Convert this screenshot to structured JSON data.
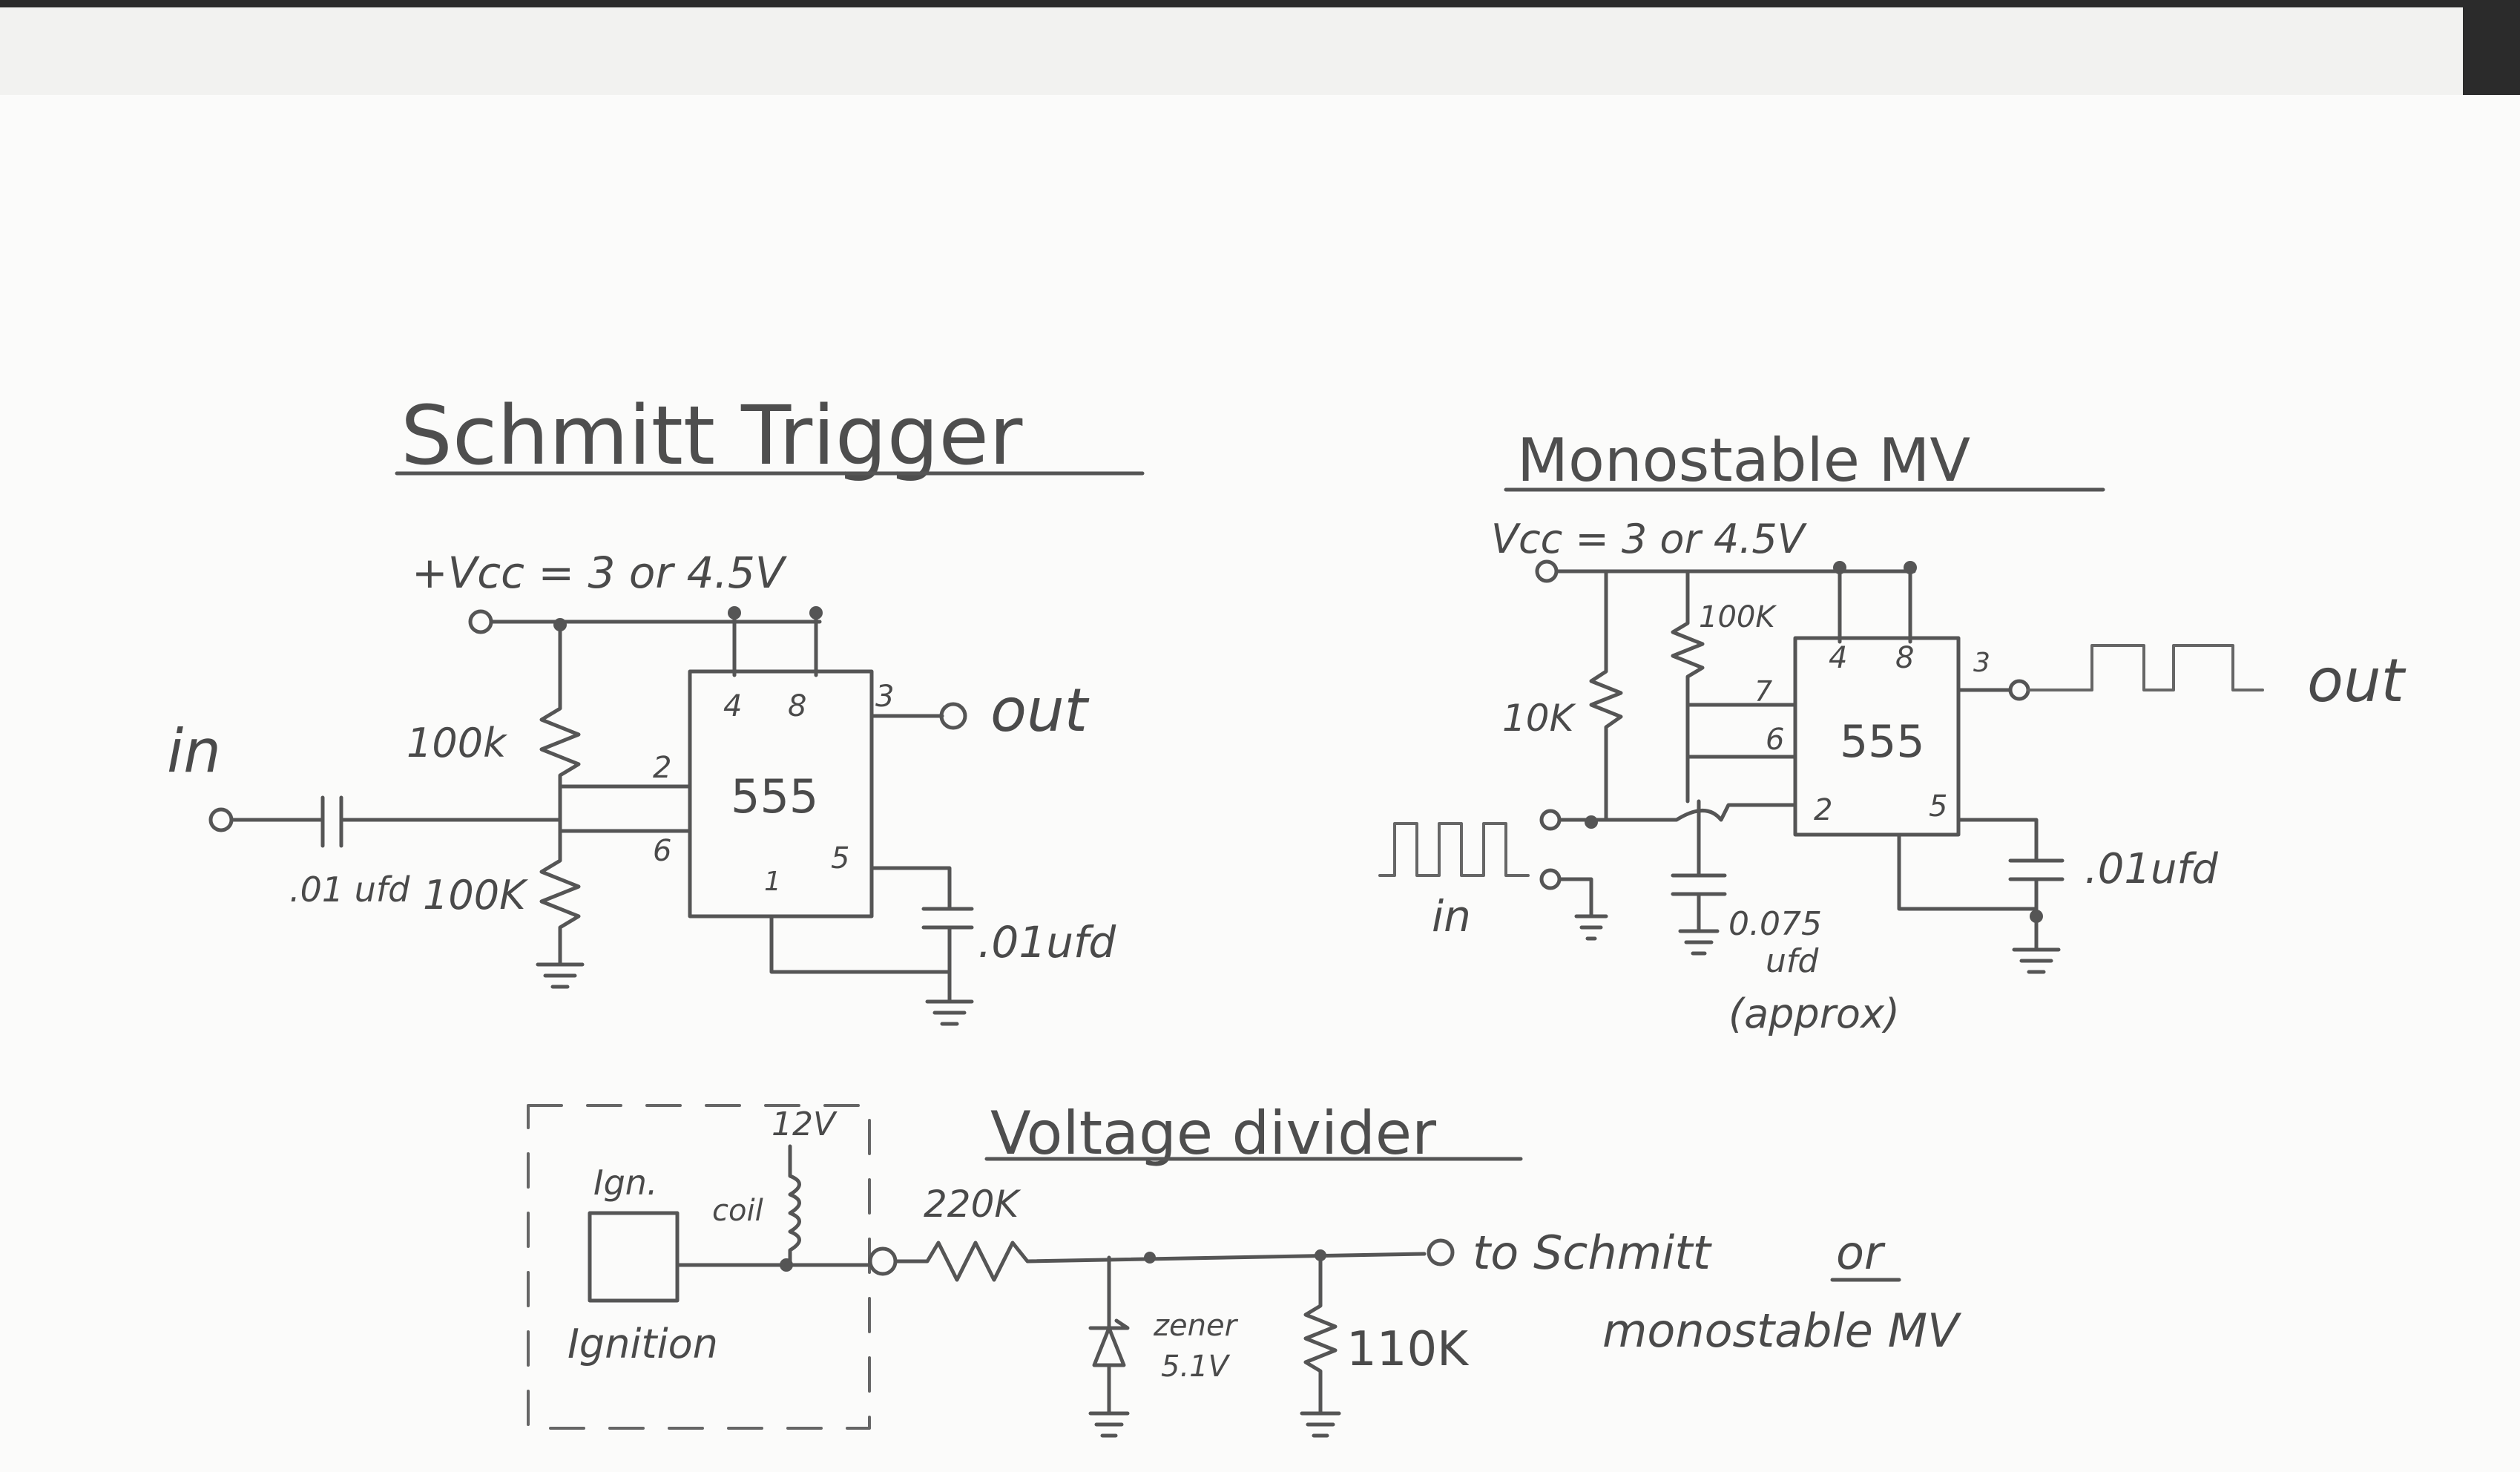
{
  "schmitt": {
    "title": "Schmitt Trigger",
    "vcc": "+Vcc = 3 or 4.5V",
    "in": "in",
    "out": "out",
    "r1": "100k",
    "r2": "100K",
    "cap_in": ".01 ufd",
    "cap5": ".01ufd",
    "chip": "555",
    "pins": {
      "p4": "4",
      "p8": "8",
      "p3": "3",
      "p2": "2",
      "p6": "6",
      "p1": "1",
      "p5": "5"
    }
  },
  "monostable": {
    "title": "Monostable MV",
    "vcc": "Vcc = 3 or 4.5V",
    "r_top": "100K",
    "r_side": "10K",
    "chip": "555",
    "pins": {
      "p4": "4",
      "p8": "8",
      "p3": "3",
      "p7": "7",
      "p6": "6",
      "p2": "2",
      "p5": "5"
    },
    "in": "in",
    "out": "out",
    "cap_timing": "0.075",
    "cap_timing_unit": "ufd",
    "cap_approx": "(approx)",
    "cap5": ".01ufd"
  },
  "divider": {
    "title": "Voltage divider",
    "v12": "12V",
    "ign": "Ign.",
    "coil": "coil",
    "ignition": "Ignition",
    "r_series": "220K",
    "zener": "zener",
    "zener_v": "5.1V",
    "r_shunt": "110K",
    "to": "to Schmitt",
    "or": "or",
    "to2": "monostable MV"
  }
}
